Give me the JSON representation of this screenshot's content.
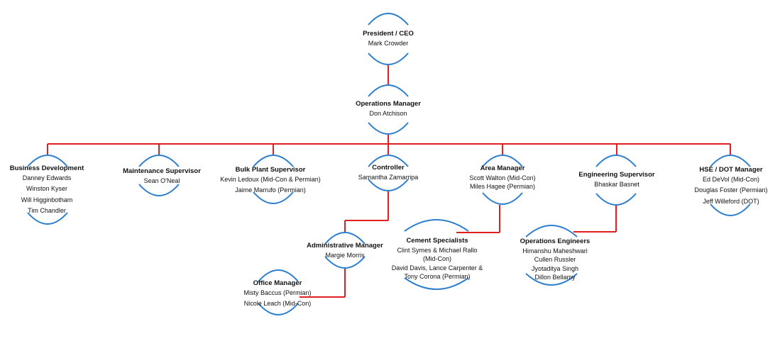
{
  "colors": {
    "connector": "#e02020",
    "arc": "#2f7fcf",
    "text": "#111111"
  },
  "nodes": {
    "president": {
      "title": "President / CEO",
      "lines": [
        "Mark Crowder"
      ]
    },
    "ops_manager": {
      "title": "Operations Manager",
      "lines": [
        "Don Atchison"
      ]
    },
    "business_dev": {
      "title": "Business Development",
      "lines": [
        "Danney Edwards",
        "Winston Kyser",
        "Will Higginbotham",
        "Tim Chandler"
      ]
    },
    "maintenance": {
      "title": "Maintenance Supervisor",
      "lines": [
        "Sean O'Neal"
      ]
    },
    "bulk_plant": {
      "title": "Bulk Plant Supervisor",
      "lines": [
        "Kevin Ledoux (Mid-Con & Permian)",
        "Jaime Marrufo (Permian)"
      ]
    },
    "controller": {
      "title": "Controller",
      "lines": [
        "Samantha Zamarripa"
      ]
    },
    "area_manager": {
      "title": "Area Manager",
      "lines": [
        "Scott Walton (Mid-Con)",
        "Miles Hagee (Permian)"
      ]
    },
    "engineering": {
      "title": "Engineering Supervisor",
      "lines": [
        "Bhaskar Basnet"
      ]
    },
    "hse_dot": {
      "title": "HSE / DOT Manager",
      "lines": [
        "Ed DeVol (Mid-Con)",
        "Douglas Foster (Permian)",
        "Jeff Willeford (DOT)"
      ]
    },
    "admin_manager": {
      "title": "Administrative Manager",
      "lines": [
        "Margie Morris"
      ]
    },
    "office_manager": {
      "title": "Office Manager",
      "lines": [
        "Misty Baccus (Permian)",
        "Nicole Leach (Mid-Con)"
      ]
    },
    "cement": {
      "title": "Cement Specialists",
      "lines": [
        "Clint Symes & Michael Rallo",
        "(Mid-Con)",
        "David Davis, Lance Carpenter &",
        "Tony Corona (Permian)"
      ]
    },
    "ops_engineers": {
      "title": "Operations Engineers",
      "lines": [
        "Himanshu Maheshwari",
        "Cullen Russler",
        "Jyotaditya Singh",
        "Dillon Bellamy"
      ]
    }
  }
}
